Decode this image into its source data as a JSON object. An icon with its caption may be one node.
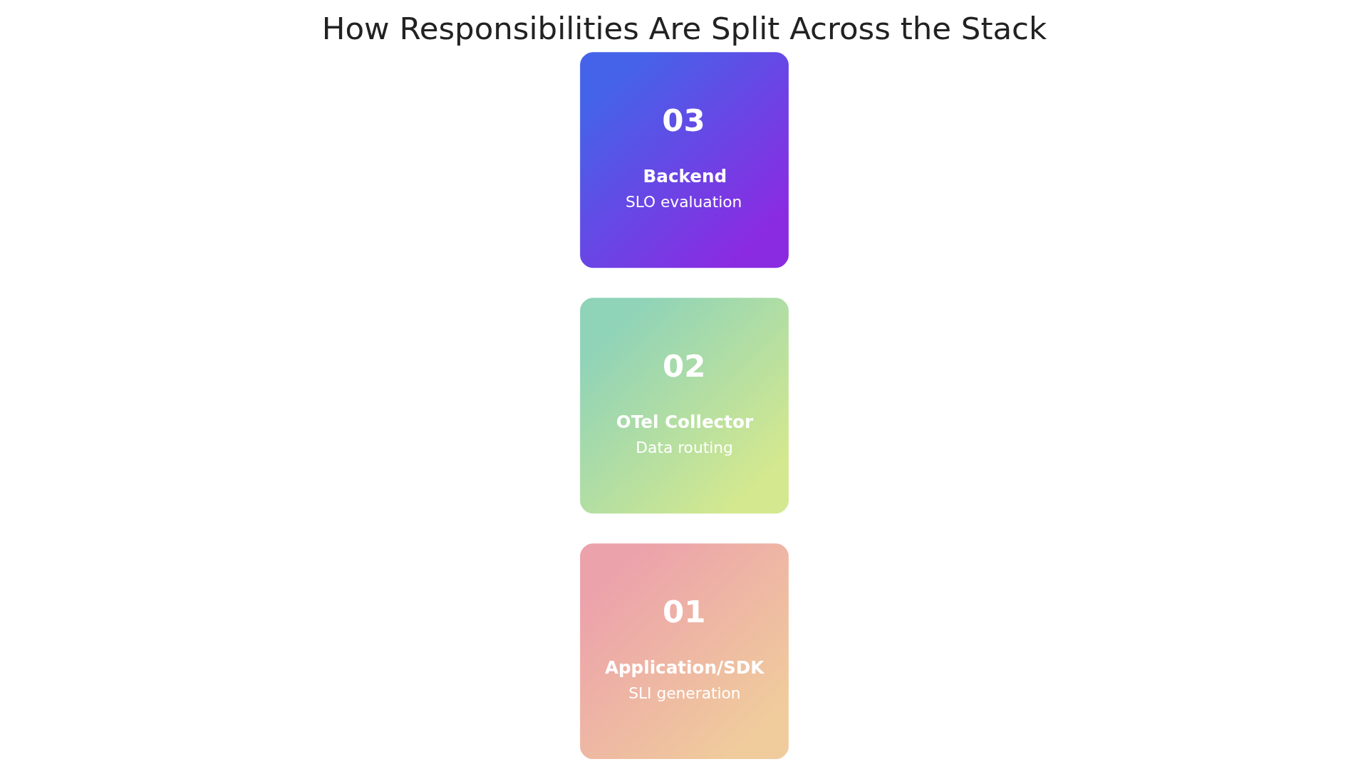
{
  "diagram": {
    "title": "How Responsibilities Are Split Across the Stack",
    "nodes": [
      {
        "text": [
          "01",
          "Application/SDK",
          "SLI generation"
        ]
      },
      {
        "text": [
          "02",
          "OTel Collector",
          "Data routing"
        ]
      },
      {
        "text": [
          "03",
          "Backend",
          "SLO evaluation"
        ]
      }
    ],
    "edges": []
  }
}
